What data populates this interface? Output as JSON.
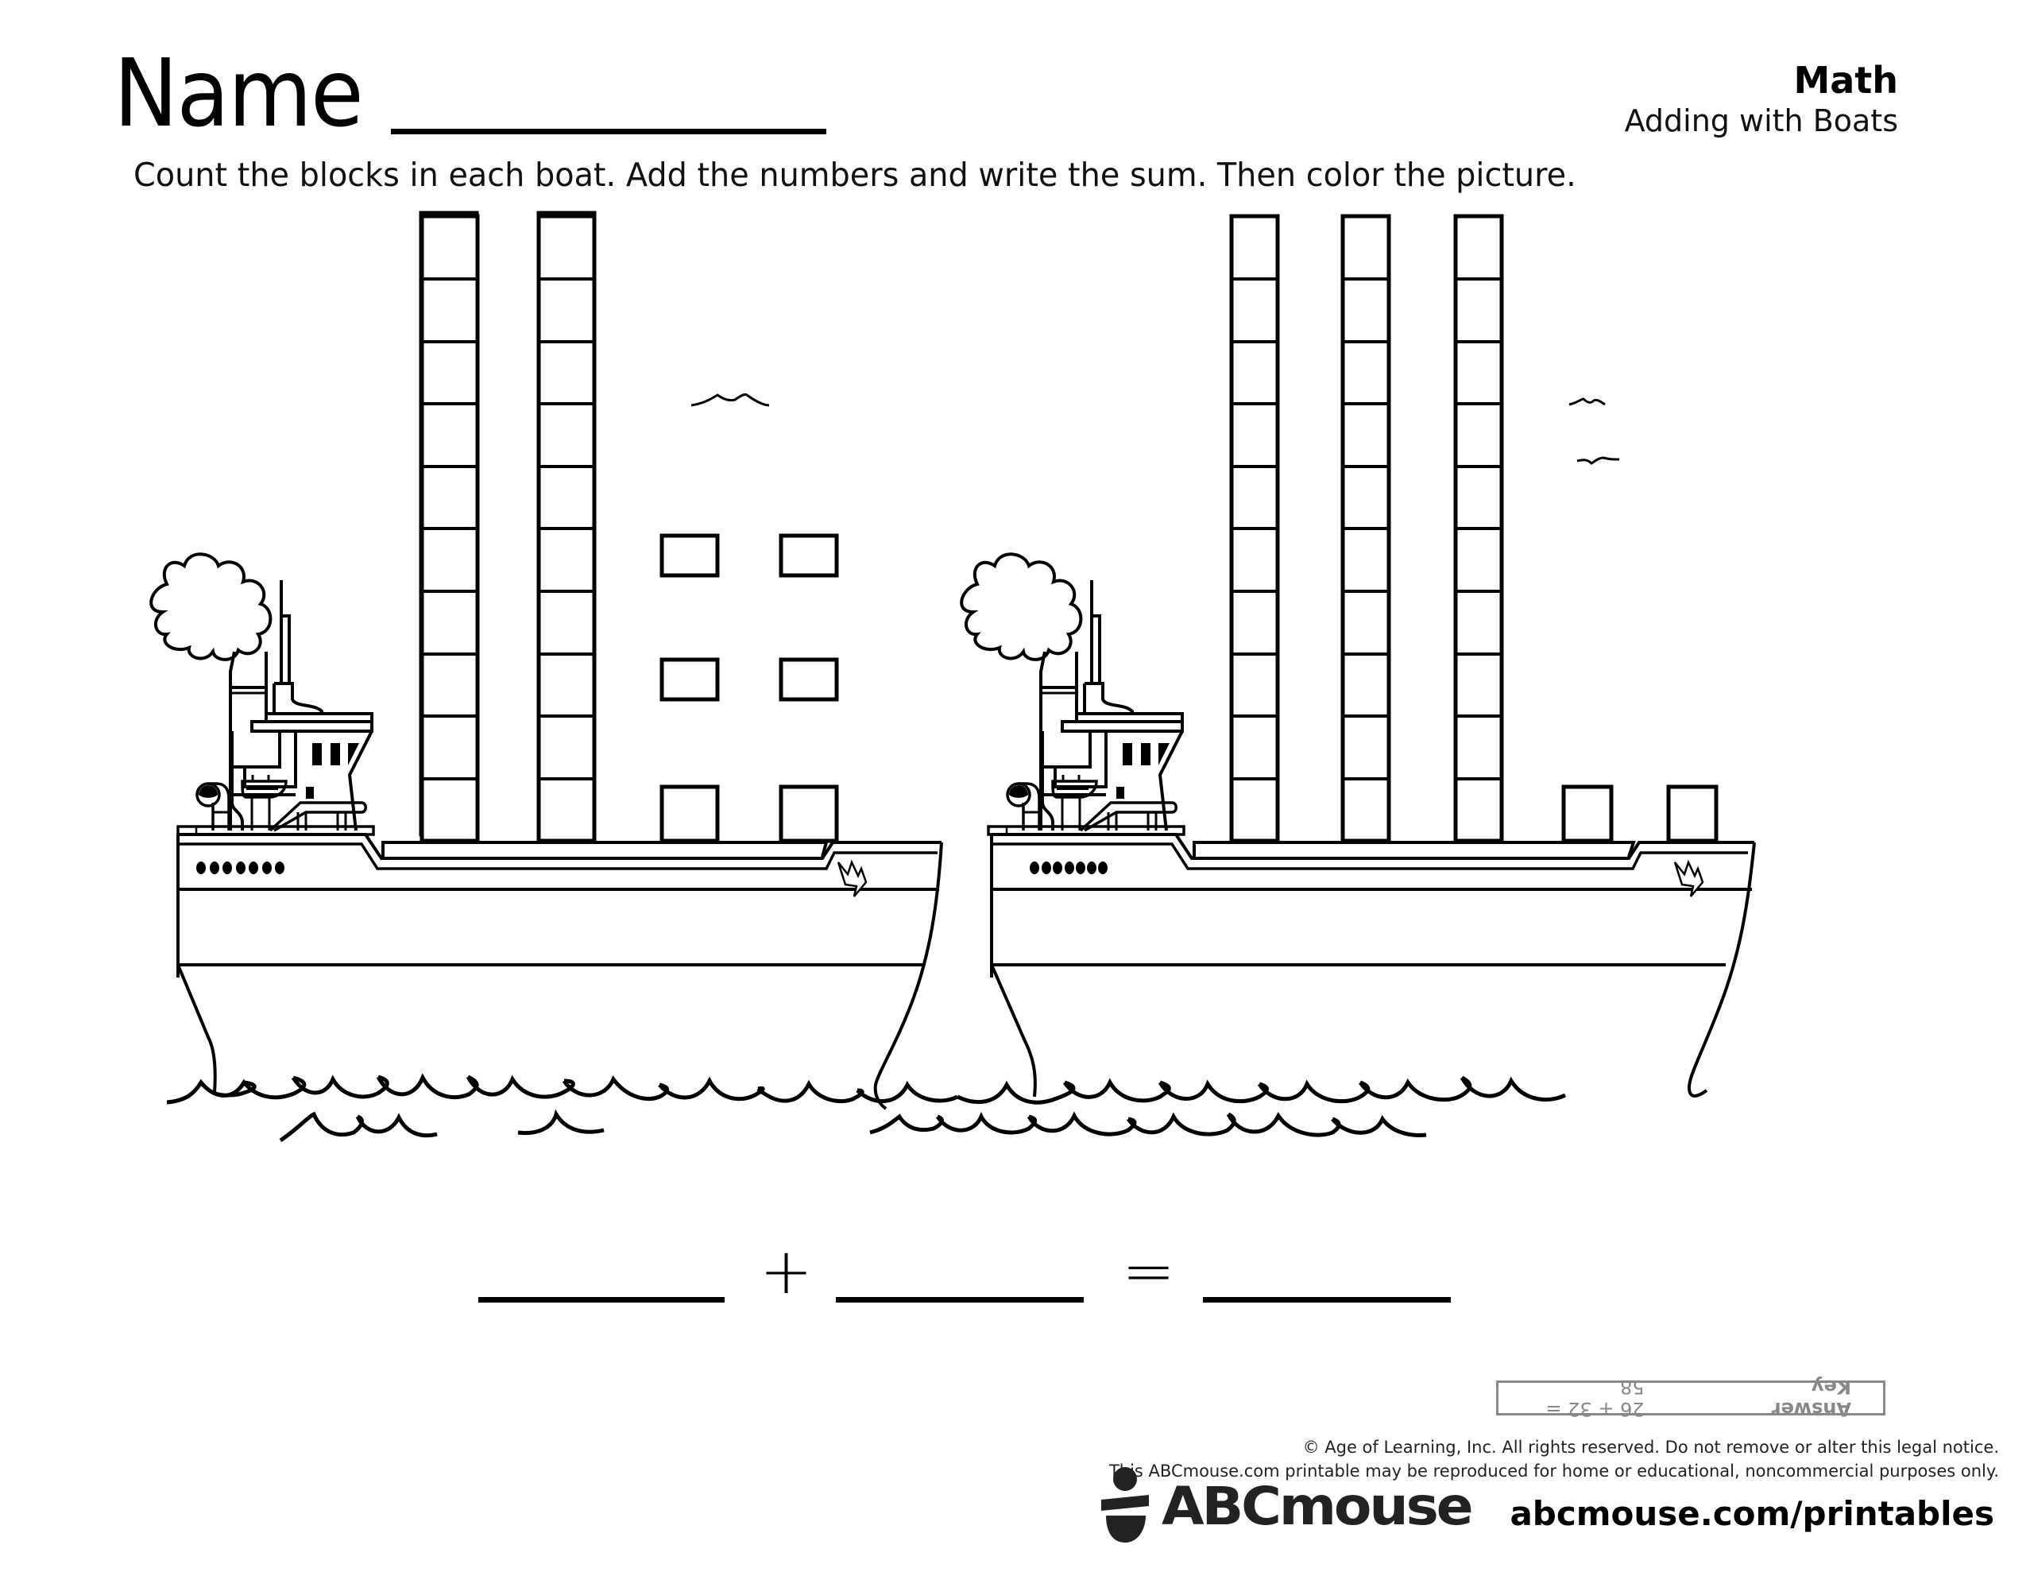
{
  "header": {
    "name_label": "Name",
    "subject": "Math",
    "topic": "Adding with Boats"
  },
  "instructions": "Count the blocks in each boat. Add the numbers and write the sum. Then color the picture.",
  "boats": [
    {
      "position": "left",
      "tall_columns": 2,
      "blocks_per_column": 10,
      "single_blocks": 6,
      "block_total": 26
    },
    {
      "position": "right",
      "tall_columns": 3,
      "blocks_per_column": 10,
      "single_blocks": 2,
      "block_total": 32
    }
  ],
  "equation": {
    "plus": "+",
    "equals": "=",
    "blanks": [
      "",
      "",
      ""
    ]
  },
  "answer_key": {
    "label": "Answer Key",
    "value": "26 + 32 = 58"
  },
  "footer": {
    "legal_line_1": "© Age of Learning, Inc. All rights reserved. Do not remove or alter this legal notice.",
    "legal_line_2": "This ABCmouse.com printable may be reproduced for home or educational, noncommercial purposes only.",
    "logo_text": "ABCmouse",
    "site": "abcmouse.com/printables"
  },
  "colors": {
    "ink": "#000000",
    "answer_key_gray": "#888888",
    "logo_gray": "#222222"
  }
}
